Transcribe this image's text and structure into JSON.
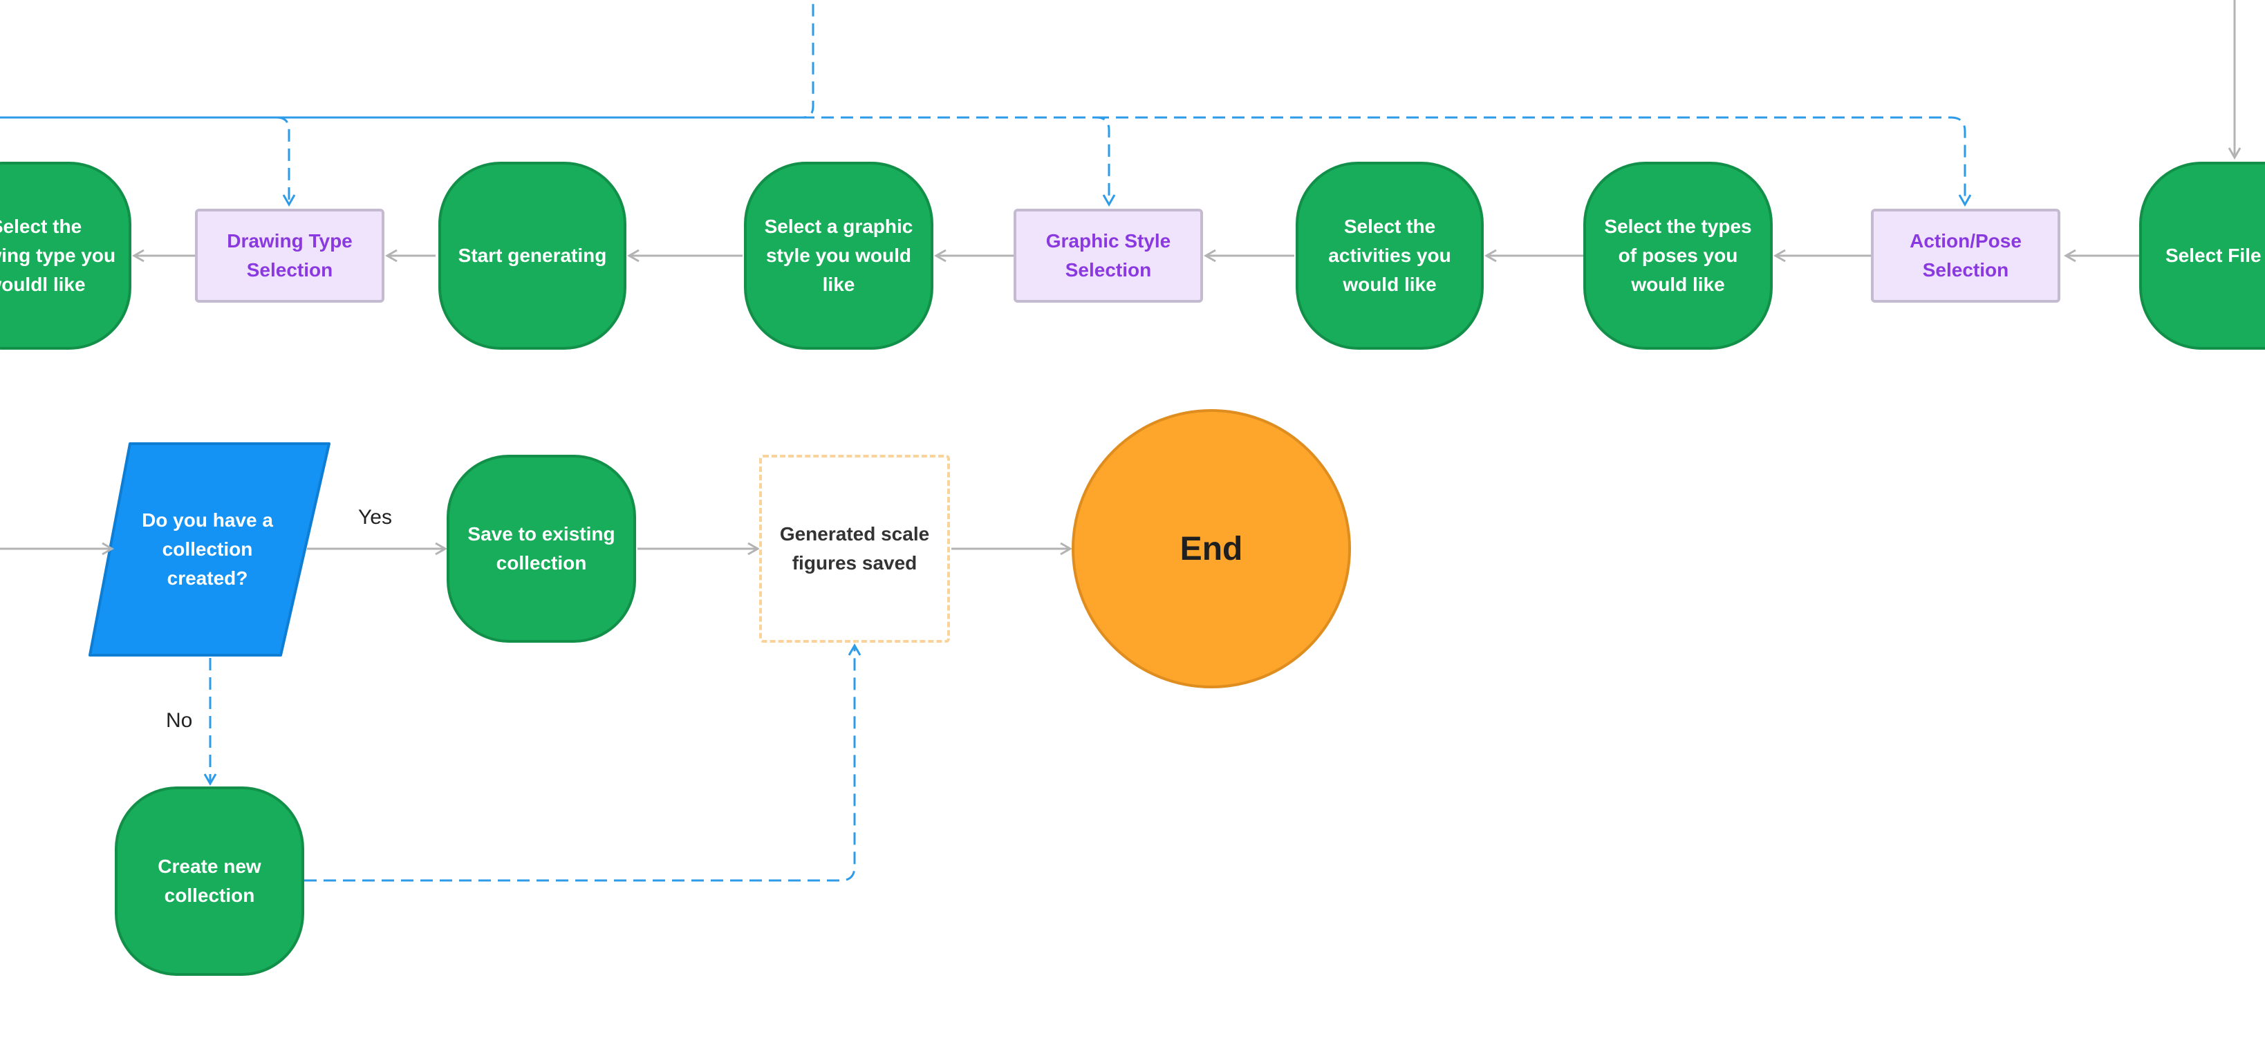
{
  "nodes": {
    "select_drawing_type": "Select the\ndrawing type you\nwouldl like",
    "drawing_type_selection": "Drawing Type\nSelection",
    "start_generating": "Start generating",
    "select_graphic_style": "Select a graphic\nstyle you would\nlike",
    "graphic_style_selection": "Graphic Style\nSelection",
    "select_activities": "Select the\nactivities you\nwould like",
    "select_poses": "Select the types\nof poses you\nwould like",
    "action_pose_selection": "Action/Pose\nSelection",
    "select_file_type": "Select File Type",
    "collection_question": "Do you have a\ncollection\ncreated?",
    "save_existing": "Save to existing\ncollection",
    "figures_saved": "Generated scale\nfigures saved",
    "end": "End",
    "create_new": "Create new\ncollection"
  },
  "edge_labels": {
    "yes": "Yes",
    "no": "No"
  },
  "colors": {
    "process": "#17AD5A",
    "selection": "#EFE4FC",
    "selection_text": "#8A38E0",
    "decision": "#1493F5",
    "terminal": "#FEA62C",
    "solid_arrow": "#B3B3B3",
    "dashed_arrow": "#2E9BE8",
    "output_border": "#F9D39A"
  }
}
